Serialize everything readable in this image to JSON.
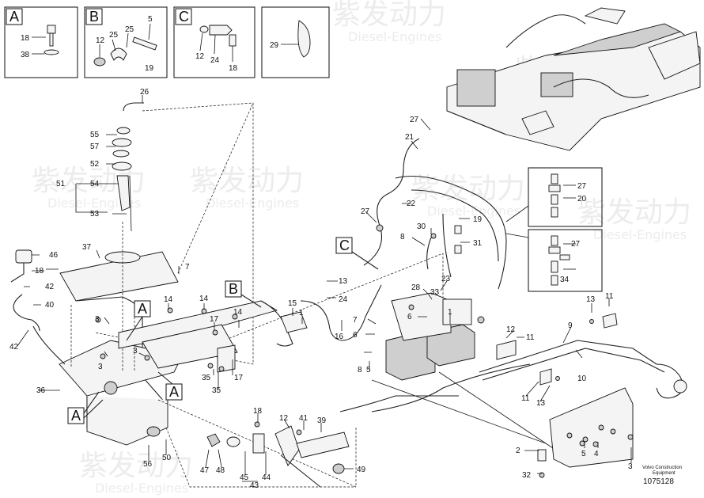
{
  "detail_boxes": [
    {
      "letter": "A",
      "labels": [
        "18",
        "38"
      ]
    },
    {
      "letter": "B",
      "labels": [
        "12",
        "25",
        "25",
        "5",
        "19"
      ]
    },
    {
      "letter": "C",
      "labels": [
        "12",
        "24",
        "18"
      ]
    },
    {
      "letter": "",
      "labels": [
        "29"
      ]
    }
  ],
  "callouts": {
    "c26": "26",
    "c55": "55",
    "c57": "57",
    "c52": "52",
    "c54": "54",
    "c51": "51",
    "c53": "53",
    "c46": "46",
    "c37": "37",
    "c7a": "7",
    "c18": "18",
    "c42a": "42",
    "c40": "40",
    "c42b": "42",
    "c36": "36",
    "c56": "56",
    "c50": "50",
    "c3a": "3",
    "c14a": "14",
    "c14b": "14",
    "c17a": "17",
    "c3b": "3",
    "c3c": "3",
    "c14c": "14",
    "c17b": "17",
    "c35a": "35",
    "c35b": "35",
    "c15": "15",
    "c1a": "1",
    "c16": "16",
    "c13a": "13",
    "c24": "24",
    "c7b": "7",
    "c6a": "6",
    "c8a": "8",
    "c5": "5",
    "c27a": "27",
    "c21": "21",
    "c22": "22",
    "c27b": "27",
    "c30": "30",
    "c8b": "8",
    "c19": "19",
    "c31": "31",
    "c28": "28",
    "c23": "23",
    "c33": "33",
    "c6b": "6",
    "c1b": "1",
    "c27c": "27",
    "c20": "20",
    "c27d": "27",
    "c34": "34",
    "c13b": "13",
    "c11a": "11",
    "c12a": "12",
    "c11b": "11",
    "c9": "9",
    "c10": "10",
    "c11c": "11",
    "c13c": "13",
    "c18b": "18",
    "c12b": "12",
    "c41": "41",
    "c39": "39",
    "c47": "47",
    "c48": "48",
    "c45": "45",
    "c44": "44",
    "c43": "43",
    "c49": "49",
    "c2": "2",
    "c5b": "5",
    "c4": "4",
    "c3d": "3",
    "c32": "32"
  },
  "view_letters": {
    "A1": "A",
    "A2": "A",
    "A3": "A",
    "B": "B",
    "C": "C"
  },
  "footer": {
    "company": "Volvo Construction",
    "company2": "Equipment",
    "ref": "1075128"
  },
  "watermark": {
    "cn": "紫发动力",
    "en": "Diesel-Engines"
  }
}
